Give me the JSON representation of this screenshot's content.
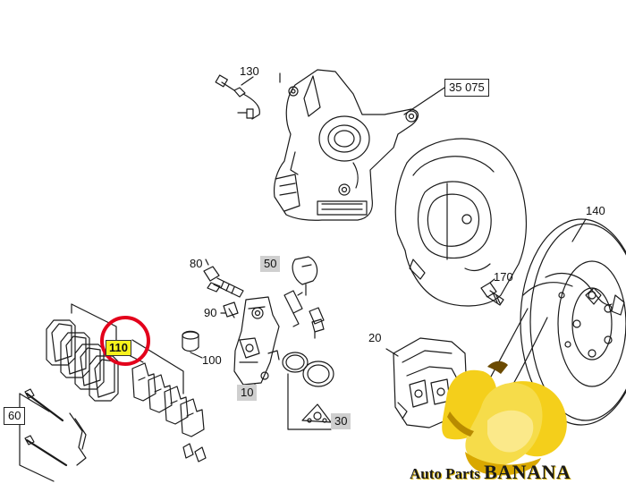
{
  "callouts": {
    "c130": "130",
    "c35075": "35 075",
    "c140": "140",
    "c80": "80",
    "c50": "50",
    "c170": "170",
    "c90": "90",
    "c110": "110",
    "c100": "100",
    "c20": "20",
    "c10": "10",
    "c60": "60",
    "c30": "30"
  },
  "brand": {
    "part1": "Auto Parts ",
    "part2": "BANANA"
  },
  "colors": {
    "line": "#1a1a1a",
    "highlight": "#f7f21c",
    "marker_ring": "#e3001b",
    "label_shade": "#cfcfcf",
    "banana_yellow": "#f4cf1b",
    "banana_shadow": "#d9a800"
  }
}
